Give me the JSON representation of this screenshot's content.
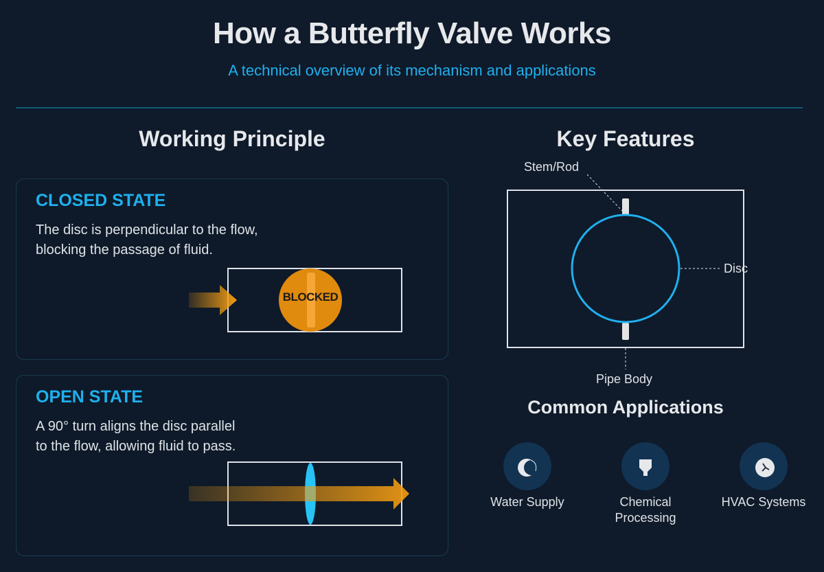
{
  "header": {
    "title": "How a Butterfly Valve Works",
    "subtitle": "A technical overview of its mechanism and applications"
  },
  "working_principle": {
    "title": "Working Principle",
    "closed": {
      "title": "CLOSED STATE",
      "description_lines": [
        "The disc is perpendicular to the flow,",
        "blocking the passage of fluid."
      ],
      "disc_label": "BLOCKED"
    },
    "open": {
      "title": "OPEN STATE",
      "description_lines": [
        "A 90° turn aligns the disc parallel",
        "to the flow, allowing fluid to pass."
      ]
    }
  },
  "key_features": {
    "title": "Key Features",
    "labels": {
      "stem": "Stem/Rod",
      "disc": "Disc",
      "body": "Pipe Body"
    }
  },
  "applications": {
    "title": "Common Applications",
    "items": [
      {
        "icon": "water-drop-icon",
        "label_lines": [
          "Water Supply"
        ]
      },
      {
        "icon": "funnel-icon",
        "label_lines": [
          "Chemical",
          "Processing"
        ]
      },
      {
        "icon": "fan-icon",
        "label_lines": [
          "HVAC Systems"
        ]
      }
    ]
  },
  "colors": {
    "background": "#0f1a2a",
    "accent": "#1fb0ee",
    "flow": "#f39c12",
    "disc_closed": "#e08a0e",
    "text": "#e6e8eb",
    "card_border": "#1a3b50"
  }
}
